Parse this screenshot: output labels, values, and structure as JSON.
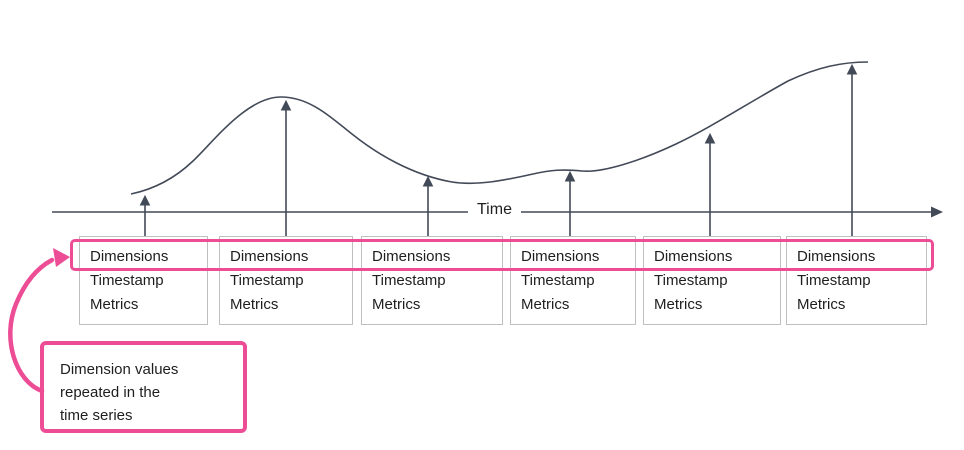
{
  "axis": {
    "label": "Time"
  },
  "boxes": [
    {
      "lines": [
        "Dimensions",
        "Timestamp",
        "Metrics"
      ]
    },
    {
      "lines": [
        "Dimensions",
        "Timestamp",
        "Metrics"
      ]
    },
    {
      "lines": [
        "Dimensions",
        "Timestamp",
        "Metrics"
      ]
    },
    {
      "lines": [
        "Dimensions",
        "Timestamp",
        "Metrics"
      ]
    },
    {
      "lines": [
        "Dimensions",
        "Timestamp",
        "Metrics"
      ]
    },
    {
      "lines": [
        "Dimensions",
        "Timestamp",
        "Metrics"
      ]
    }
  ],
  "callout": {
    "lines": [
      "Dimension values",
      "repeated in the",
      "time series"
    ]
  },
  "colors": {
    "accent_pink": "#ec4d95",
    "line": "#424957",
    "box_border": "#bfbfbf",
    "text": "#1e1e1e"
  }
}
